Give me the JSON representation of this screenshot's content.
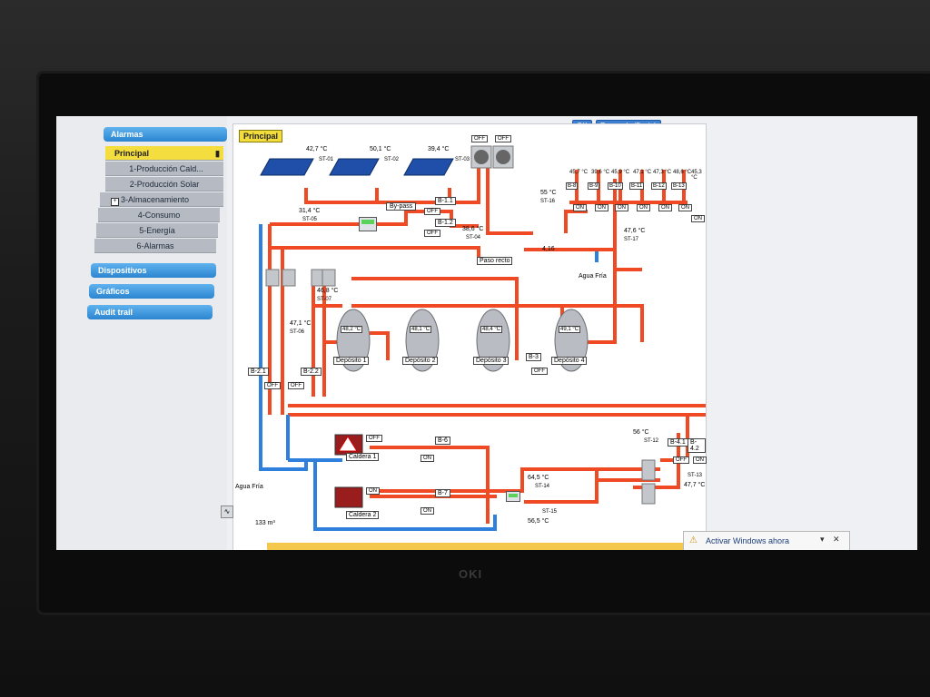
{
  "sidebar": {
    "header_alarmas": "Alarmas",
    "items": [
      {
        "label": "Principal"
      },
      {
        "label": "1-Producción Cald..."
      },
      {
        "label": "2-Producción Solar"
      },
      {
        "label": "3-Almacenamiento"
      },
      {
        "label": "4-Consumo"
      },
      {
        "label": "5-Energía"
      },
      {
        "label": "6-Alarmas"
      }
    ],
    "sections": [
      "Dispositivos",
      "Gráficos",
      "Audit trail"
    ]
  },
  "toolbar": {
    "ok": "OK",
    "recuerdo": "Recuerdo (5 min)"
  },
  "panel": {
    "tab": "Principal"
  },
  "solar": {
    "temps": [
      "42,7 °C",
      "50,1 °C",
      "39,4 °C"
    ],
    "sensors": [
      "ST-01",
      "ST-02",
      "ST-03"
    ],
    "fans": [
      "OFF",
      "OFF"
    ]
  },
  "bypass": {
    "label": "By-pass",
    "b11": "B-1.1",
    "b12": "B-1.2",
    "off1": "OFF",
    "off2": "OFF",
    "paso_recto": "Paso recto",
    "t_st04": "38,6 °C",
    "st04": "ST-04"
  },
  "left_temps": {
    "t1": "31,4 °C",
    "s1": "ST-05",
    "t2": "46,8 °C",
    "s2": "ST-07",
    "t3": "47,1 °C",
    "s3": "ST-06"
  },
  "depositos": [
    {
      "name": "Depósito 1",
      "temp": "48,2 °C"
    },
    {
      "name": "Depósito 2",
      "temp": "48,1 °C"
    },
    {
      "name": "Depósito 3",
      "temp": "48,4 °C"
    },
    {
      "name": "Depósito 4",
      "temp": "49,1 °C"
    }
  ],
  "pumps_left": {
    "b21": "B-2.1",
    "b22": "B-2.2",
    "off1": "OFF",
    "off2": "OFF"
  },
  "b3": {
    "label": "B-3",
    "state": "OFF"
  },
  "right_top": {
    "t_st16": "55 °C",
    "st16": "ST-16",
    "t_st17": "47,6 °C",
    "st17": "ST-17",
    "valve": "4,16",
    "agua_fria": "Agua Fría",
    "temps": [
      "45,7 °C",
      "39,6 °C",
      "45,9 °C",
      "47,1 °C",
      "47,3 °C",
      "48,6 °C",
      "45,3 °C"
    ],
    "pumps": [
      "B-8",
      "B-9",
      "B-10",
      "B-11",
      "B-12",
      "B-13",
      ""
    ],
    "states": [
      "ON",
      "ON",
      "ON",
      "ON",
      "ON",
      "ON",
      "ON"
    ]
  },
  "calderas": [
    {
      "name": "Caldera 1",
      "state": "OFF",
      "pump": "B-6",
      "pump_state": "ON"
    },
    {
      "name": "Caldera 2",
      "state": "ON",
      "pump": "B-7",
      "pump_state": "ON"
    }
  ],
  "bottom": {
    "agua_fria": "Agua Fría",
    "volume": "133 m³",
    "t_st14": "64,5 °C",
    "st14": "ST-14",
    "t_st15": "56,5 °C",
    "st15": "ST-15",
    "t_st12": "56 °C",
    "st12": "ST-12",
    "t_st13": "47,7 °C",
    "st13": "ST-13",
    "b41": "B-4.1",
    "b42": "B-4.2",
    "off": "OFF",
    "on": "ON"
  },
  "toast": {
    "text": "Activar Windows ahora"
  },
  "monitor": {
    "brand": "OKI"
  },
  "colors": {
    "pipe_hot": "#f04a24",
    "pipe_cold": "#2f7fdc",
    "accent": "#3d7fd0",
    "selected": "#f4dd3e"
  }
}
